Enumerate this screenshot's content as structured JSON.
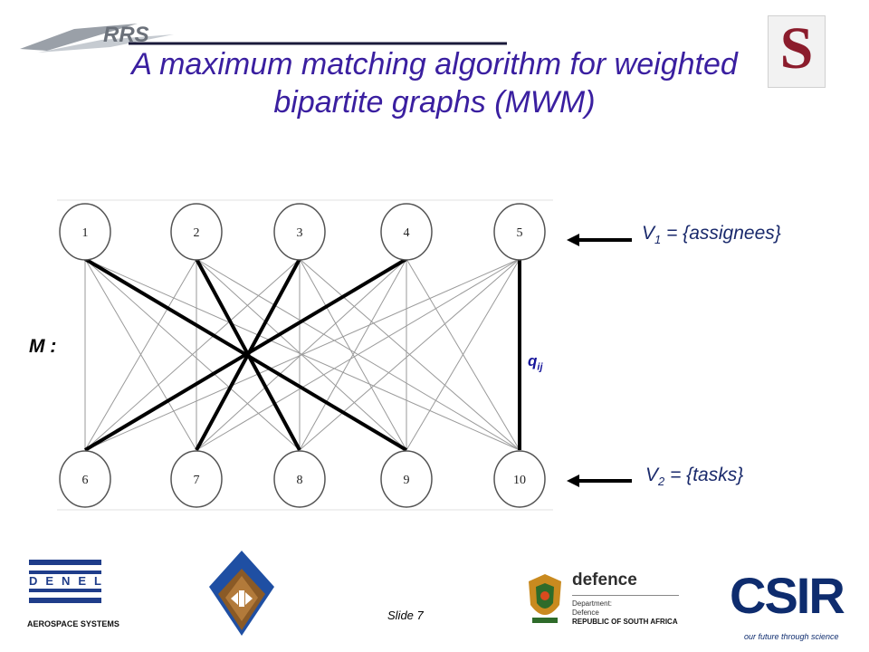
{
  "header": {
    "rrs_logo_text": "RRS",
    "title_line1": "A maximum matching algorithm for weighted",
    "title_line2": "bipartite graphs (MWM)",
    "stellenbosch_logo_letter": "S"
  },
  "graph": {
    "top_nodes": [
      "1",
      "2",
      "3",
      "4",
      "5"
    ],
    "bottom_nodes": [
      "6",
      "7",
      "8",
      "9",
      "10"
    ],
    "v1_label": "V",
    "v1_sub": "1",
    "v1_rest": " = {assignees}",
    "v2_label": "V",
    "v2_sub": "2",
    "v2_rest": " = {tasks}",
    "m_label": "M :",
    "q_main": "q",
    "q_sub": "ij"
  },
  "footer": {
    "slide_number": "Slide 7",
    "denel_letters": [
      "D",
      "E",
      "N",
      "E",
      "L"
    ],
    "denel_caption": "AEROSPACE SYSTEMS",
    "defence_word": "defence",
    "defence_line1": "Department:",
    "defence_line2": "Defence",
    "defence_line3": "REPUBLIC OF SOUTH AFRICA",
    "csir_text": "CSIR",
    "csir_tagline": "our future through science"
  },
  "colors": {
    "title": "#3a1fa0",
    "v_label": "#1a2a6c",
    "q_label": "#15149a",
    "stellenbosch": "#8b1c2c",
    "denel_blue": "#1f3d8a",
    "csir_blue": "#0e2c6e"
  }
}
